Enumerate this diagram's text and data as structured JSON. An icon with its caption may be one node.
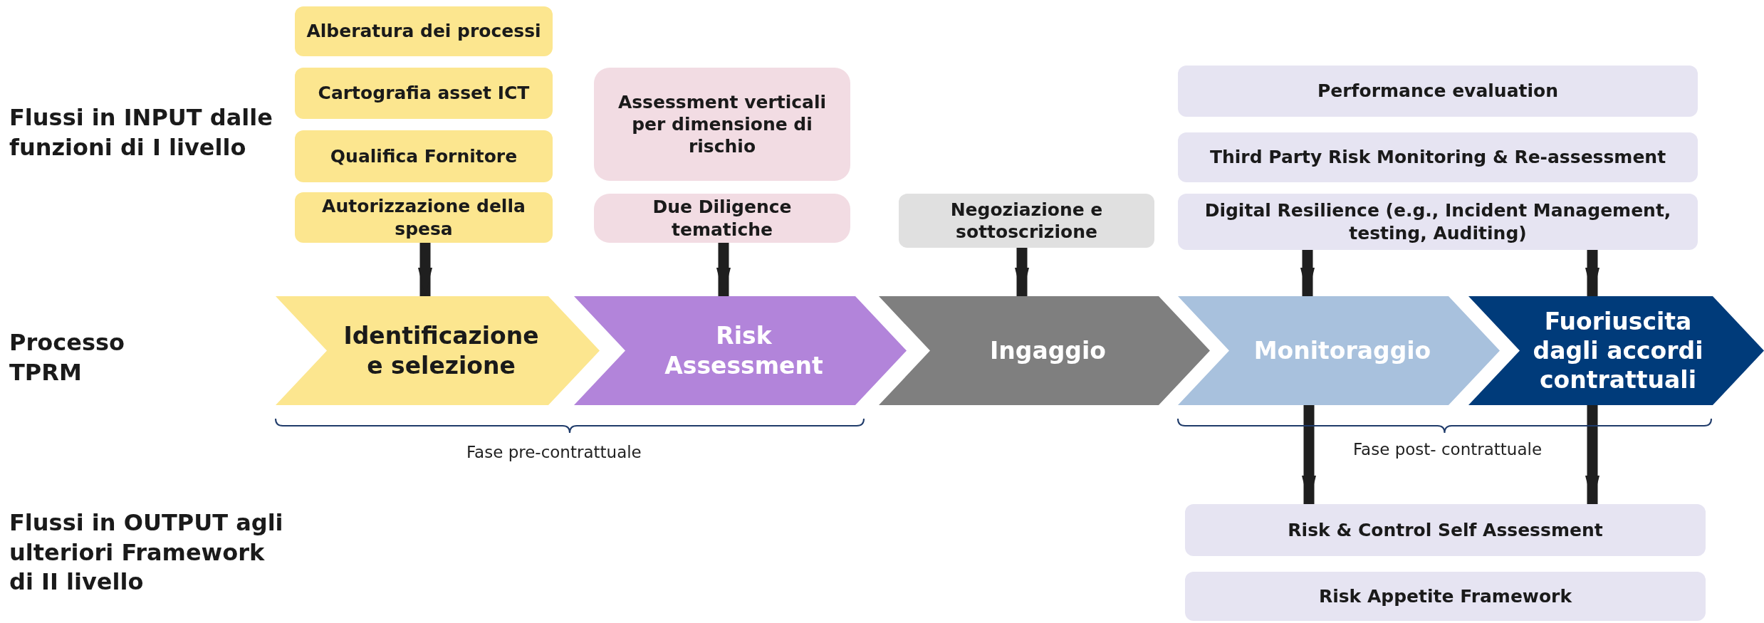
{
  "diagram": {
    "nodes": [
      {
        "text": [
          "Alberatura dei processi"
        ]
      },
      {
        "text": [
          "Cartografia asset ICT"
        ]
      },
      {
        "text": [
          "Qualifica Fornitore"
        ]
      },
      {
        "text": [
          "Autorizzazione della spesa"
        ]
      },
      {
        "text": [
          "Assessment verticali per dimensione di rischio"
        ]
      },
      {
        "text": [
          "Due Diligence tematiche"
        ]
      },
      {
        "text": [
          "Negoziazione e sottoscrizione"
        ]
      },
      {
        "text": [
          "Performance evaluation"
        ]
      },
      {
        "text": [
          "Third Party Risk Monitoring & Re-assessment"
        ]
      },
      {
        "text": [
          "Digital Resilience (e.g., Incident Management, testing, Auditing)"
        ]
      },
      {
        "text": [
          "Identificazione e selezione"
        ]
      },
      {
        "text": [
          "Risk Assessment"
        ]
      },
      {
        "text": [
          "Ingaggio"
        ]
      },
      {
        "text": [
          "Monitoraggio"
        ]
      },
      {
        "text": [
          "Fuoriuscita dagli accordi contrattuali"
        ]
      },
      {
        "text": [
          "Risk & Control Self Assessment"
        ]
      },
      {
        "text": [
          "Risk Appetite Framework"
        ]
      }
    ],
    "edges": [
      {
        "from": 3,
        "to": 10,
        "arrow": "to"
      },
      {
        "from": 5,
        "to": 11,
        "arrow": "to"
      },
      {
        "from": 6,
        "to": 12,
        "arrow": "to"
      },
      {
        "from": 9,
        "to": 13,
        "arrow": "to"
      },
      {
        "from": 9,
        "to": 14,
        "arrow": "to"
      },
      {
        "from": 13,
        "to": 15,
        "arrow": "to"
      },
      {
        "from": 14,
        "to": 15,
        "arrow": "to"
      }
    ],
    "labels": [
      "Flussi in INPUT dalle funzioni di I livello",
      "Processo TPRM",
      "Flussi in OUTPUT agli ulteriori Framework di II livello",
      "Fase pre-contrattuale",
      "Fase post- contrattuale"
    ]
  }
}
